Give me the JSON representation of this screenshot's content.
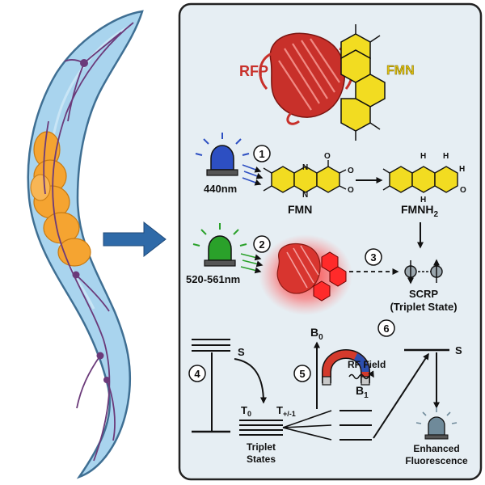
{
  "labels": {
    "rfp": "RFP",
    "fmn_top": "FMN",
    "wavelength_blue": "440nm",
    "wavelength_green": "520-561nm",
    "fmn": "FMN",
    "fmnh2_base": "FMNH",
    "fmnh2_sub": "2",
    "scrp": "SCRP",
    "scrp_state": "(Triplet State)",
    "s_left": "S",
    "t0_base": "T",
    "t0_sub": "0",
    "tpm_base": "T",
    "tpm_sub": "+/-1",
    "triplet_1": "Triplet",
    "triplet_2": "States",
    "b0_base": "B",
    "b0_sub": "0",
    "rf_field": "RF Field",
    "b1_base": "B",
    "b1_sub": "1",
    "s_right": "S",
    "enhanced_1": "Enhanced",
    "enhanced_2": "Fluorescence",
    "atom_o": "O",
    "atom_n": "N",
    "atom_h": "H"
  },
  "steps": [
    "1",
    "2",
    "3",
    "4",
    "5",
    "6"
  ],
  "colors": {
    "worm_fill": "#a9d4ee",
    "worm_stroke": "#3f6f93",
    "gut": "#f5a431",
    "neuron": "#6b3a7a",
    "panel_bg": "#e6eef3",
    "rfp_red": "#c8302a",
    "fmn_yellow": "#f2dc21",
    "blue_lamp": "#2d4fc2",
    "green_lamp": "#2aa12a",
    "arrow_blue": "#2f6aa8",
    "magnet_red": "#d33a2c",
    "magnet_blue": "#2c4fb0",
    "lamp_gray": "#6f8a9a"
  },
  "icons": [
    "worm-illustration",
    "blue-lamp-icon",
    "green-lamp-icon",
    "magnet-icon",
    "fluorescence-lamp-icon"
  ]
}
